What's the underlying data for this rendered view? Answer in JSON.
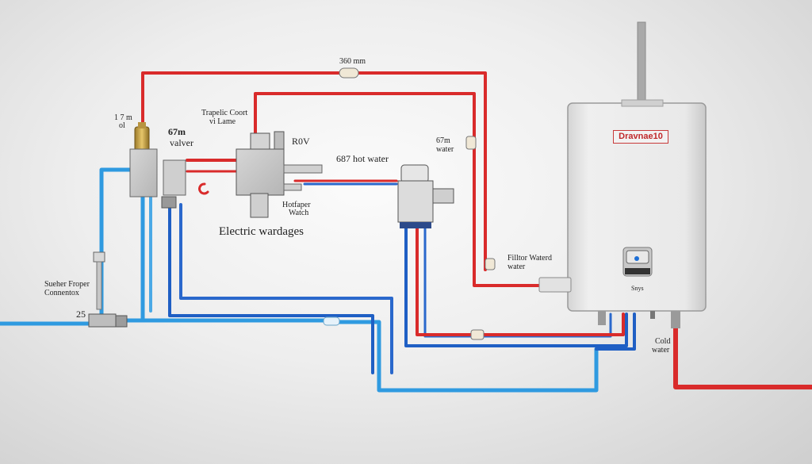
{
  "labels": {
    "top_dimension": "360 mm",
    "left_dim_top": "1 7 m",
    "left_dim_unit": "ol",
    "traffic_top": "Trapelic Coort",
    "traffic_bottom": "vi Lame",
    "valve_left_top": "67m",
    "valve_left_bottom": "valver",
    "voltage": "R0V",
    "hot_water": "687 hot water",
    "heat_water_top": "Hotfaper",
    "heat_water_bottom": "Watch",
    "electric": "Electric wardages",
    "right_dim_top": "67m",
    "right_dim_bottom": "water",
    "filter_top": "Filltor Waterd",
    "filter_bottom": "water",
    "side_top": "Sueher Froper",
    "side_bottom": "Connentox",
    "left_num": "25",
    "cold_top": "Cold",
    "cold_bottom": "water",
    "heater_brand": "Dravnae10",
    "heater_sub": "Snys"
  },
  "colors": {
    "hot_pipe": "#d92b2b",
    "cold_pipe": "#1f5fc4",
    "supply_pipe": "#2f9ae0",
    "heater_body": "#e8e8e8",
    "brand_text": "#c0282a"
  }
}
